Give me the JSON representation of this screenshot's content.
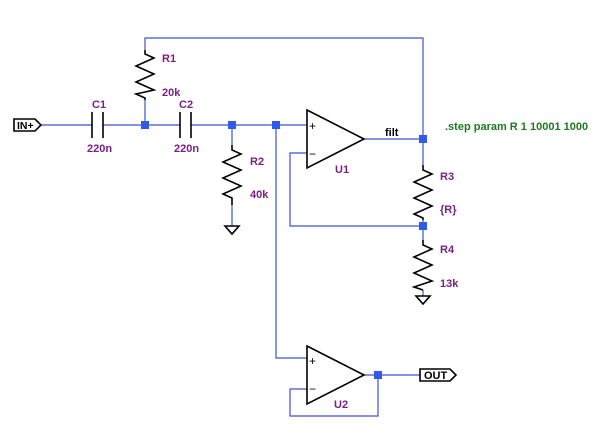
{
  "components": {
    "C1": {
      "name": "C1",
      "value": "220n"
    },
    "C2": {
      "name": "C2",
      "value": "220n"
    },
    "R1": {
      "name": "R1",
      "value": "20k"
    },
    "R2": {
      "name": "R2",
      "value": "40k"
    },
    "R3": {
      "name": "R3",
      "value": "{R}"
    },
    "R4": {
      "name": "R4",
      "value": "13k"
    },
    "U1": {
      "name": "U1"
    },
    "U2": {
      "name": "U2"
    }
  },
  "nets": {
    "input": "IN+",
    "filt": "filt",
    "output": "OUT"
  },
  "opamp_signs": {
    "plus": "+",
    "minus": "−"
  },
  "directive": ".step param R 1 10001 1000",
  "colors": {
    "wire": "#3a53d0",
    "junction": "#2f5be8",
    "component": "#000000",
    "label": "#7a1f86",
    "directive": "#1c7a1c"
  }
}
